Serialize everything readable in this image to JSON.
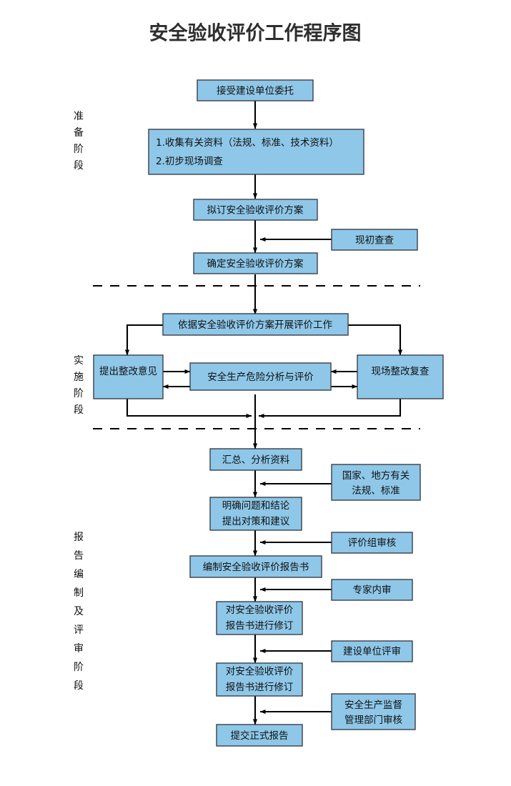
{
  "title": "安全验收评价工作程序图",
  "colors": {
    "box_fill": "#8ec7e8",
    "box_border": "#3a3f4b",
    "connector": "#000000",
    "title": "#2e2e2e",
    "background": "#ffffff"
  },
  "stages": [
    {
      "id": "preparation",
      "label": "准备阶段",
      "chars": [
        "准",
        "备",
        "阶",
        "段"
      ]
    },
    {
      "id": "implementation",
      "label": "实施阶段",
      "chars": [
        "实",
        "施",
        "阶",
        "段"
      ]
    },
    {
      "id": "reporting",
      "label": "报告编制及评审阶段",
      "chars": [
        "报",
        "告",
        "编",
        "制",
        "及",
        "评",
        "审",
        "阶",
        "段"
      ]
    }
  ],
  "nodes": {
    "accept_commission": {
      "lines": [
        "接受建设单位委托"
      ]
    },
    "collect_data": {
      "lines": [
        "1.收集有关资料（法规、标准、技术资料）",
        "2.初步现场调查"
      ]
    },
    "draft_plan": {
      "lines": [
        "拟订安全验收评价方案"
      ]
    },
    "preliminary_check": {
      "lines": [
        "现初查查"
      ]
    },
    "confirm_plan": {
      "lines": [
        "确定安全验收评价方案"
      ]
    },
    "carry_out_eval": {
      "lines": [
        "依据安全验收评价方案开展评价工作"
      ]
    },
    "rectification_opinion": {
      "lines": [
        "提出整改意见"
      ]
    },
    "hazard_analysis": {
      "lines": [
        "安全生产危险分析与评价"
      ]
    },
    "site_recheck": {
      "lines": [
        "现场整改复查"
      ]
    },
    "summarize_data": {
      "lines": [
        "汇总、分析资料"
      ]
    },
    "national_local_regs": {
      "lines": [
        "国家、地方有关",
        "法规、标准"
      ]
    },
    "clarify_conclusion": {
      "lines": [
        "明确问题和结论",
        "提出对策和建议"
      ]
    },
    "eval_group_review": {
      "lines": [
        "评价组审核"
      ]
    },
    "compile_report": {
      "lines": [
        "编制安全验收评价报告书"
      ]
    },
    "expert_internal_review": {
      "lines": [
        "专家内审"
      ]
    },
    "revise_report_1": {
      "lines": [
        "对安全验收评价",
        "报告书进行修订"
      ]
    },
    "construction_unit_review": {
      "lines": [
        "建设单位评审"
      ]
    },
    "revise_report_2": {
      "lines": [
        "对安全验收评价",
        "报告书进行修订"
      ]
    },
    "safety_supervision_review": {
      "lines": [
        "安全生产监督",
        "管理部门审核"
      ]
    },
    "submit_final_report": {
      "lines": [
        "提交正式报告"
      ]
    }
  }
}
